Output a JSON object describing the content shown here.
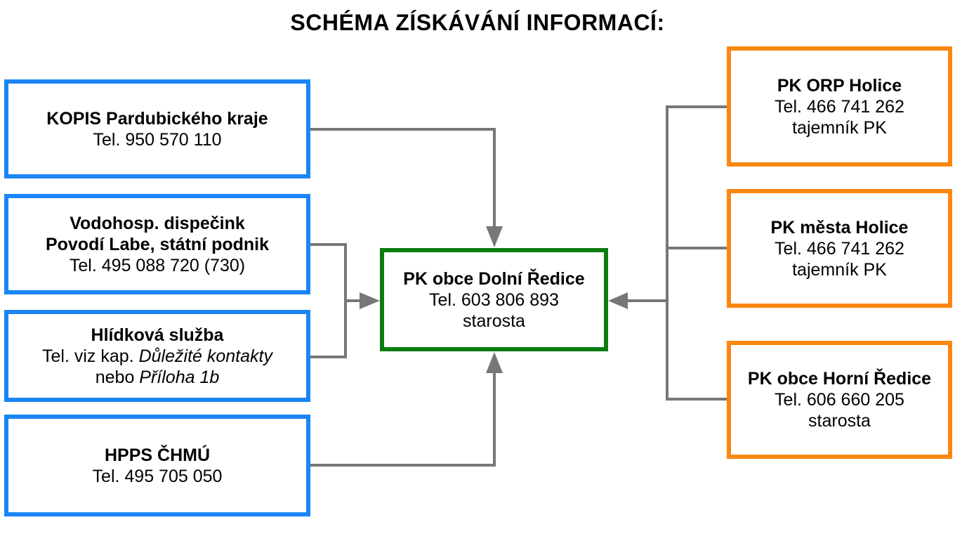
{
  "title": "SCHÉMA ZÍSKÁVÁNÍ INFORMACÍ:",
  "colors": {
    "blue": "#1a86f5",
    "green": "#0a7c10",
    "orange": "#fb8711",
    "connector": "#777777"
  },
  "sources_left": [
    {
      "name": "KOPIS Pardubického kraje",
      "phone": "Tel. 950 570 110"
    },
    {
      "name_line1": "Vodohosp. dispečink",
      "name_line2": "Povodí Labe, státní podnik",
      "phone": "Tel. 495 088 720 (730)"
    },
    {
      "name": "Hlídková služba",
      "phone_prefix": "Tel. viz kap. ",
      "phone_ref": "Důležité kontakty",
      "alt_prefix": "nebo ",
      "alt_ref": "Příloha 1b"
    },
    {
      "name": "HPPS ČHMÚ",
      "phone": "Tel. 495 705 050"
    }
  ],
  "center": {
    "name": "PK obce Dolní Ředice",
    "phone": "Tel. 603 806 893",
    "role": "starosta"
  },
  "sources_right": [
    {
      "name": "PK ORP Holice",
      "phone": "Tel. 466 741 262",
      "role": "tajemník PK"
    },
    {
      "name": "PK města Holice",
      "phone": "Tel. 466 741 262",
      "role": "tajemník PK"
    },
    {
      "name": "PK obce Horní Ředice",
      "phone": "Tel. 606 660 205",
      "role": "starosta"
    }
  ]
}
